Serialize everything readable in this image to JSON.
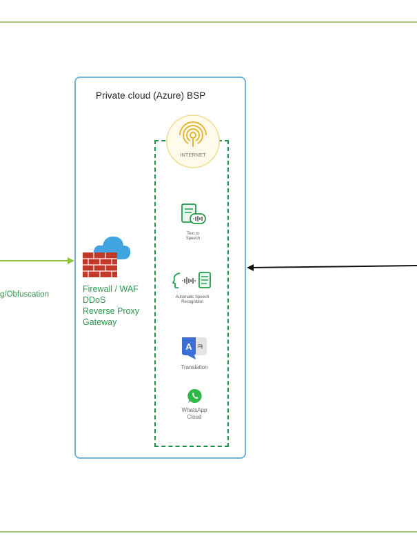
{
  "diagram": {
    "cloud_title": "Private cloud (Azure) BSP",
    "left_label": "g/Obfuscation",
    "gateway_labels": [
      "Firewall / WAF",
      "DDoS",
      "Reverse Proxy",
      "Gateway"
    ],
    "internet_label": "INTERNET",
    "services": {
      "tts": [
        "Text to",
        "Speech"
      ],
      "asr": [
        "Automatic Speech",
        "Recognition"
      ],
      "translation": "Translation",
      "whatsapp": [
        "WhatsApp",
        "Cloud"
      ]
    }
  },
  "colors": {
    "divider": "#a9c97a",
    "cloud_border": "#6fb4d6",
    "dashed_border": "#1c8f4a",
    "label_green": "#2b9a4e",
    "internet_gold": "#e2b43a",
    "firewall_red": "#c0392b",
    "cloud_blue": "#3fa4e0",
    "whatsapp_green": "#2fb84a"
  },
  "icons": [
    "internet-icon",
    "firewall-icon",
    "text-to-speech-icon",
    "speech-recognition-icon",
    "translation-icon",
    "whatsapp-icon"
  ]
}
